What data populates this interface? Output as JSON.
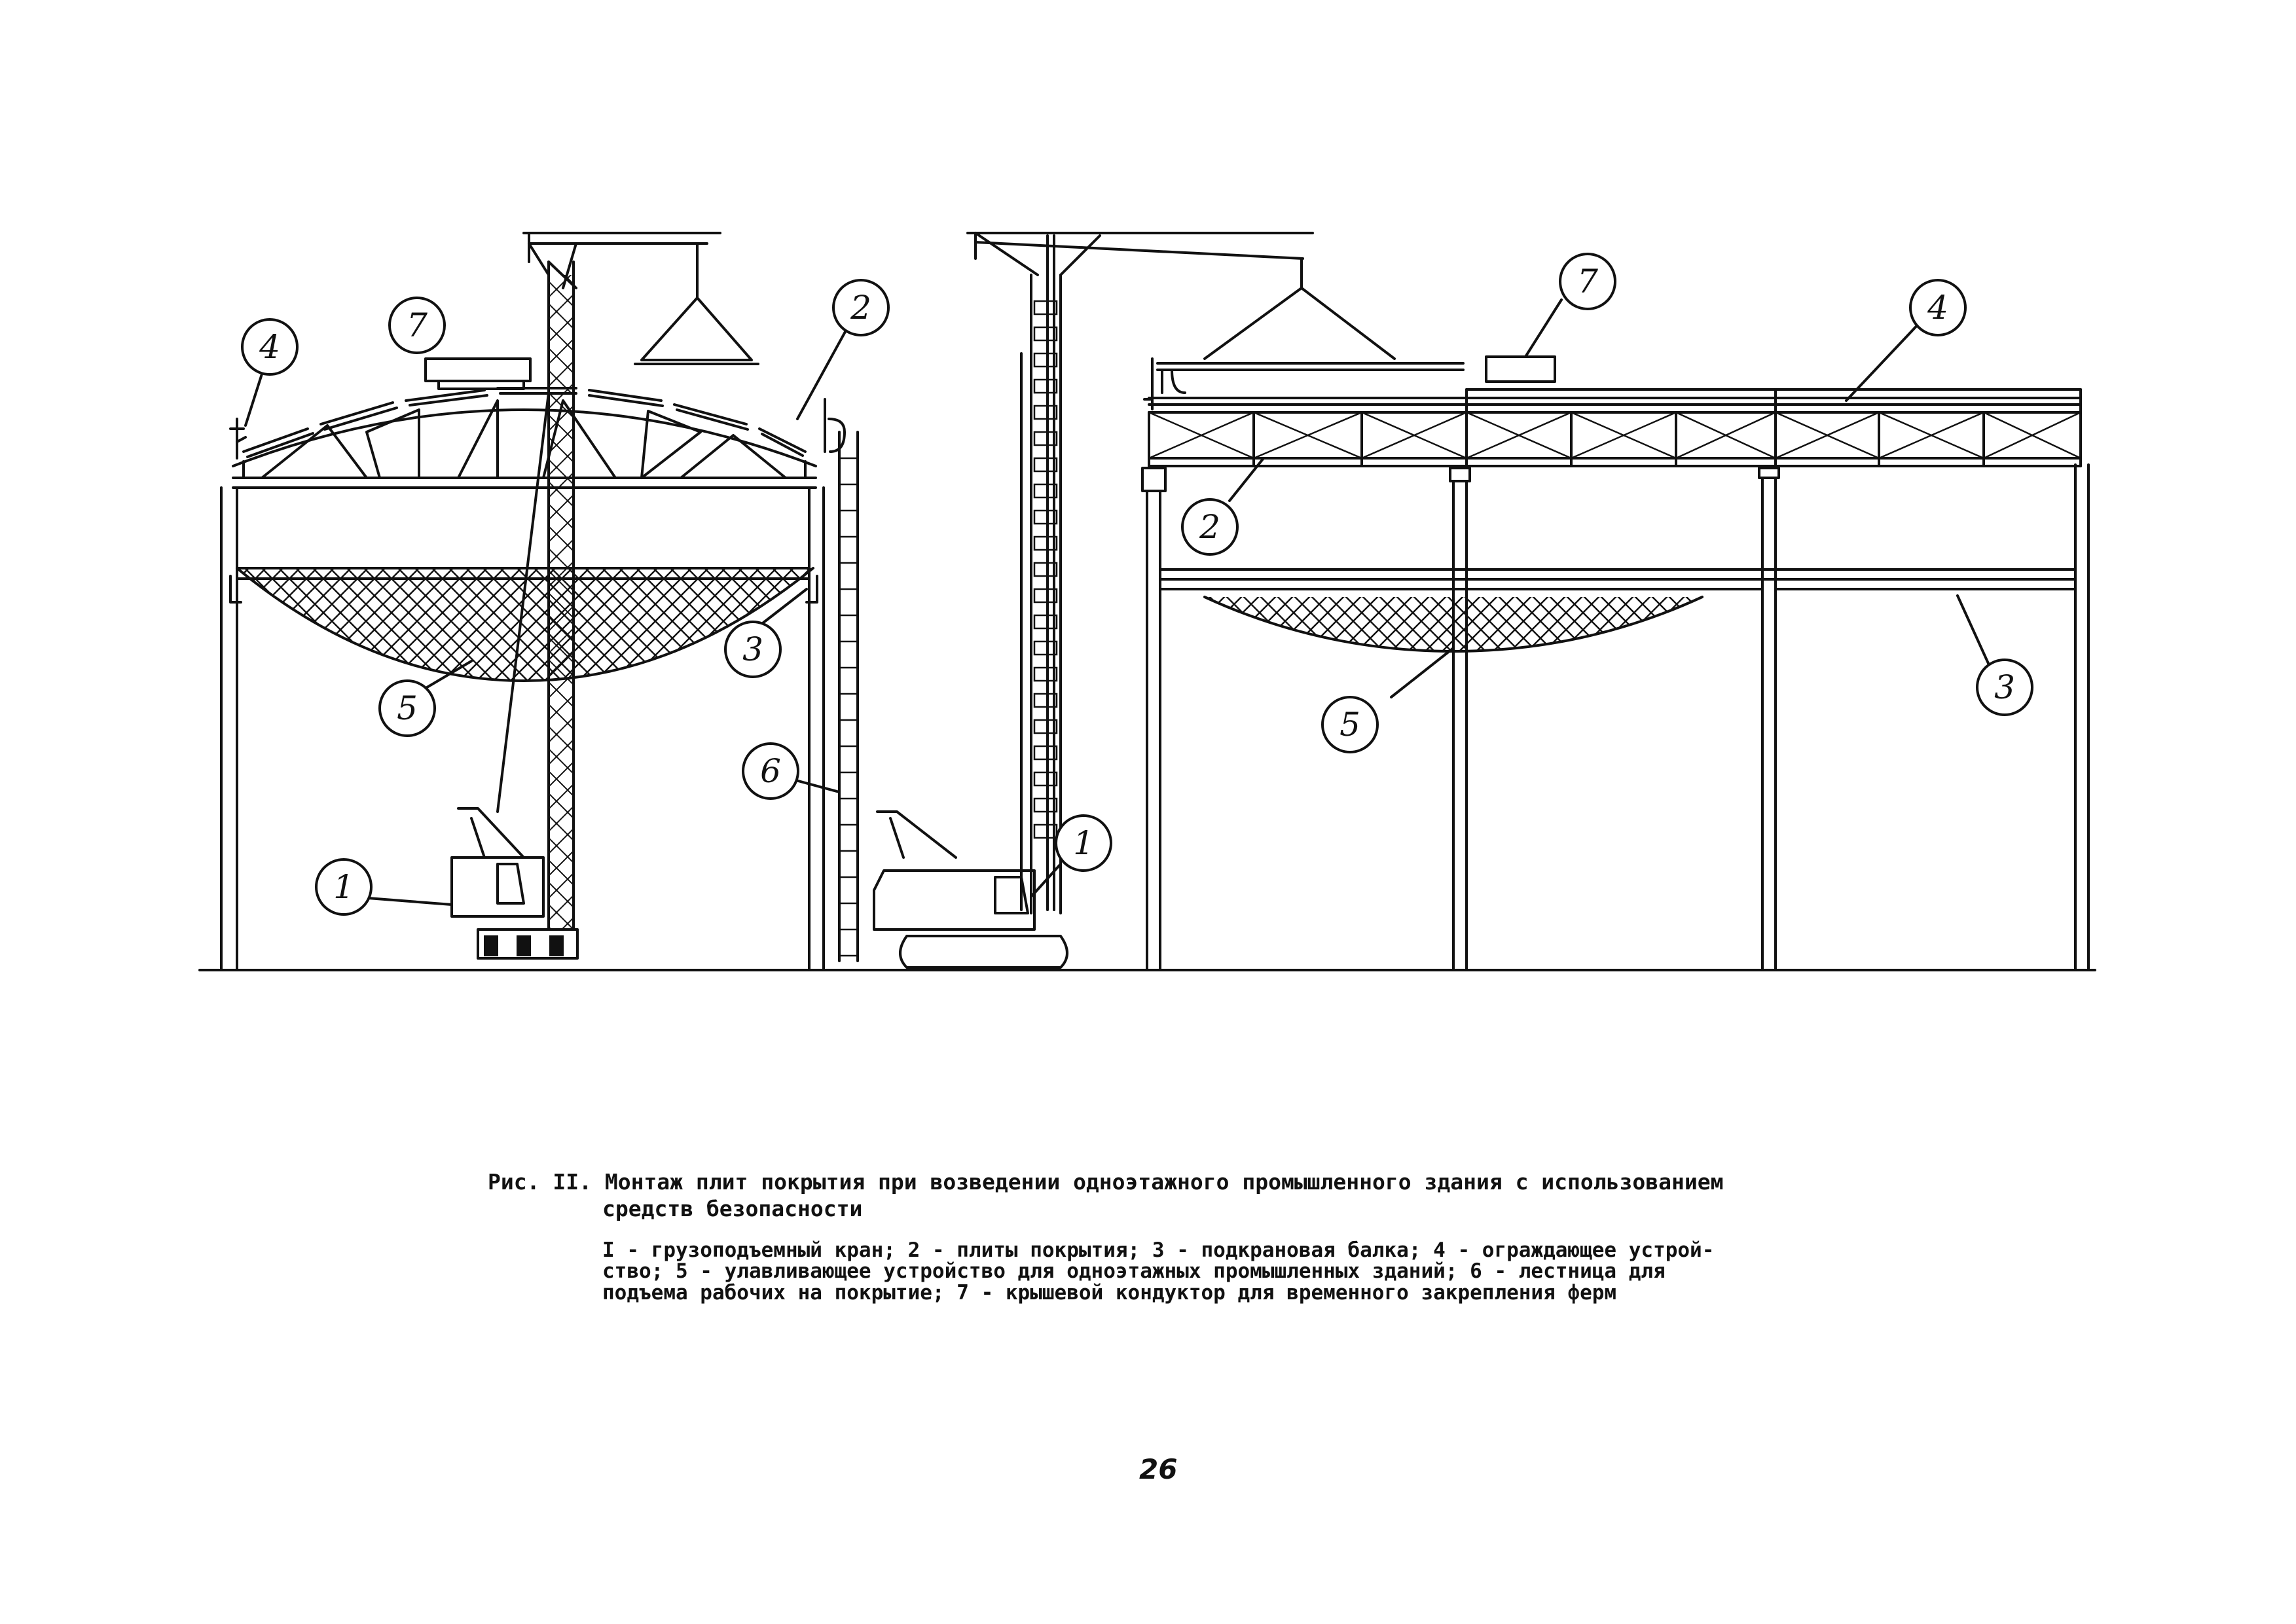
{
  "figure": {
    "caption_label": "Рис. II.",
    "caption_line1": "Монтаж плит покрытия при возведении одноэтажного промышленного здания с использованием",
    "caption_line2": "средств безопасности",
    "legend_lines": [
      "I - грузоподъемный кран; 2 - плиты покрытия; 3 - подкрановая балка; 4 - ограждающее устрой-",
      "ство; 5 - улавливающее устройство для одноэтажных промышленных зданий; 6 - лестница для",
      "подъема рабочих на покрытие; 7 - крышевой кондуктор для временного закрепления ферм"
    ]
  },
  "callouts": {
    "left_fence": "4",
    "left_conductor": "7",
    "left_slabs": "2",
    "left_beam": "3",
    "left_net": "5",
    "left_crane": "1",
    "ladder": "6",
    "right_crane": "1",
    "right_conductor": "7",
    "right_fence": "4",
    "right_slabs": "2",
    "right_net": "5",
    "right_beam": "3"
  },
  "page": {
    "number": "26"
  }
}
